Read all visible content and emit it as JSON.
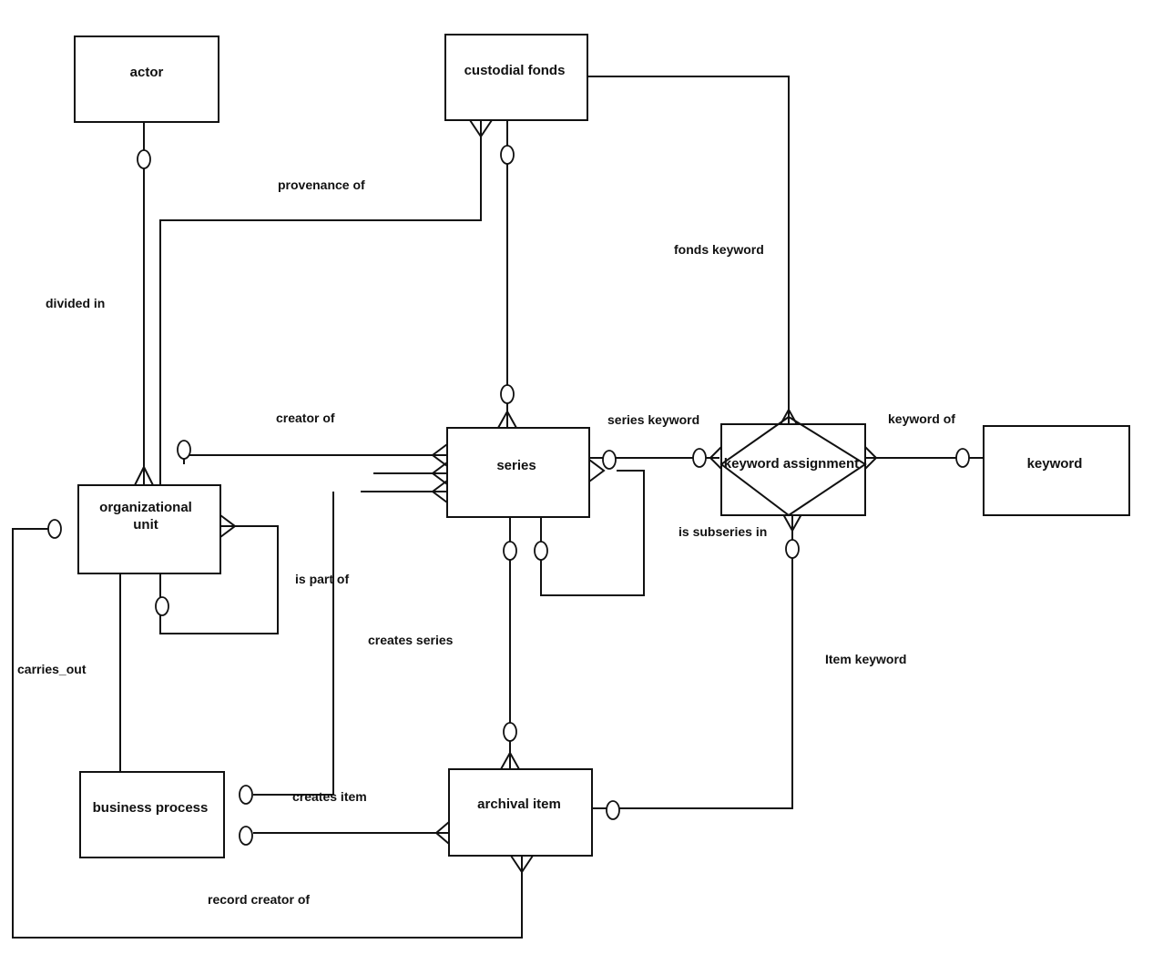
{
  "entities": {
    "actor": "actor",
    "custodial_fonds": "custodial fonds",
    "series": "series",
    "keyword_assignment": "keyword assignment",
    "keyword": "keyword",
    "organizational_unit_line1": "organizational",
    "organizational_unit_line2": "unit",
    "business_process": "business process",
    "archival_item": "archival item"
  },
  "relationships": {
    "provenance_of": "provenance of",
    "divided_in": "divided in",
    "fonds_keyword": "fonds keyword",
    "creator_of": "creator of",
    "series_keyword": "series keyword",
    "keyword_of": "keyword of",
    "is_subseries_in": "is subseries in",
    "is_part_of": "is part of",
    "creates_series": "creates series",
    "item_keyword": "Item keyword",
    "carries_out": "carries_out",
    "creates_item": "creates item",
    "record_creator_of": "record creator of"
  }
}
